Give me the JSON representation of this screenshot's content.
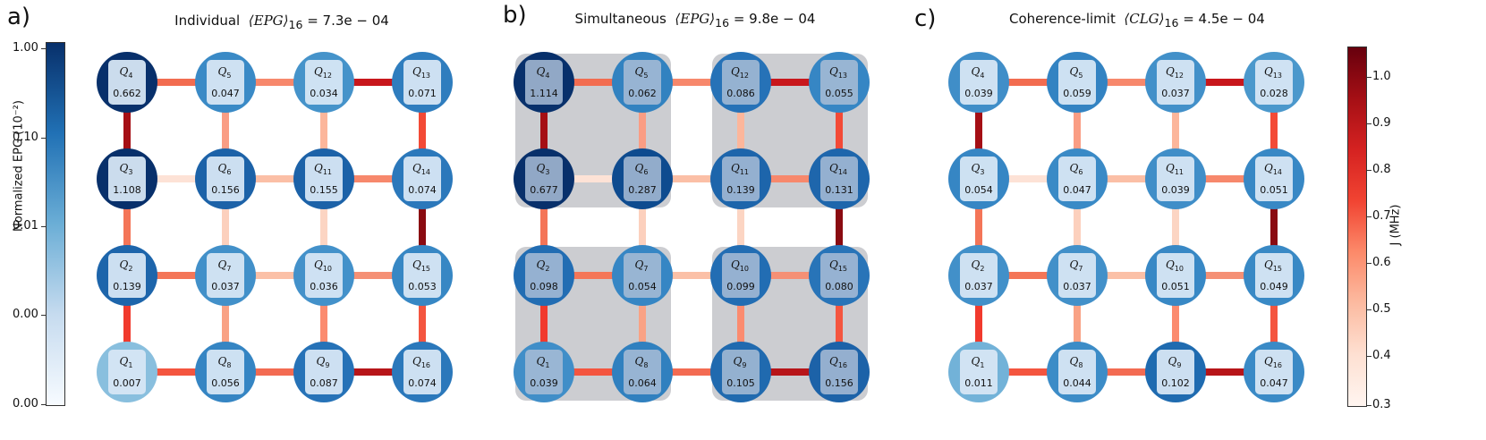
{
  "panels": [
    {
      "letter": "a)",
      "title_prefix": "Individual",
      "title_metric": "⟨EPG⟩",
      "title_sub": "16",
      "title_value": "= 7.3e − 04",
      "highlight_groups": false,
      "qubits": [
        {
          "label": "Q",
          "sub": "4",
          "value": "0.662",
          "ring": "#08306b"
        },
        {
          "label": "Q",
          "sub": "5",
          "value": "0.047",
          "ring": "#3a8ac6"
        },
        {
          "label": "Q",
          "sub": "12",
          "value": "0.034",
          "ring": "#4593ca"
        },
        {
          "label": "Q",
          "sub": "13",
          "value": "0.071",
          "ring": "#2f7dbe"
        },
        {
          "label": "Q",
          "sub": "3",
          "value": "1.108",
          "ring": "#08306b"
        },
        {
          "label": "Q",
          "sub": "6",
          "value": "0.156",
          "ring": "#1c62a8"
        },
        {
          "label": "Q",
          "sub": "11",
          "value": "0.155",
          "ring": "#1c62a8"
        },
        {
          "label": "Q",
          "sub": "14",
          "value": "0.074",
          "ring": "#2b78bb"
        },
        {
          "label": "Q",
          "sub": "2",
          "value": "0.139",
          "ring": "#1d65ab"
        },
        {
          "label": "Q",
          "sub": "7",
          "value": "0.037",
          "ring": "#4290c9"
        },
        {
          "label": "Q",
          "sub": "10",
          "value": "0.036",
          "ring": "#4391ca"
        },
        {
          "label": "Q",
          "sub": "15",
          "value": "0.053",
          "ring": "#3787c4"
        },
        {
          "label": "Q",
          "sub": "1",
          "value": "0.007",
          "ring": "#89bfde"
        },
        {
          "label": "Q",
          "sub": "8",
          "value": "0.056",
          "ring": "#3585c3"
        },
        {
          "label": "Q",
          "sub": "9",
          "value": "0.087",
          "ring": "#2672b7"
        },
        {
          "label": "Q",
          "sub": "16",
          "value": "0.074",
          "ring": "#2b78bb"
        }
      ]
    },
    {
      "letter": "b)",
      "title_prefix": "Simultaneous",
      "title_metric": "⟨EPG⟩",
      "title_sub": "16",
      "title_value": "= 9.8e − 04",
      "highlight_groups": true,
      "qubits": [
        {
          "label": "Q",
          "sub": "4",
          "value": "1.114",
          "ring": "#08306b"
        },
        {
          "label": "Q",
          "sub": "5",
          "value": "0.062",
          "ring": "#3282c0"
        },
        {
          "label": "Q",
          "sub": "12",
          "value": "0.086",
          "ring": "#2672b7"
        },
        {
          "label": "Q",
          "sub": "13",
          "value": "0.055",
          "ring": "#3686c4"
        },
        {
          "label": "Q",
          "sub": "3",
          "value": "0.677",
          "ring": "#08306b"
        },
        {
          "label": "Q",
          "sub": "6",
          "value": "0.287",
          "ring": "#0e4b8f"
        },
        {
          "label": "Q",
          "sub": "11",
          "value": "0.139",
          "ring": "#1d65ab"
        },
        {
          "label": "Q",
          "sub": "14",
          "value": "0.131",
          "ring": "#1e66ac"
        },
        {
          "label": "Q",
          "sub": "2",
          "value": "0.098",
          "ring": "#226db3"
        },
        {
          "label": "Q",
          "sub": "7",
          "value": "0.054",
          "ring": "#3686c4"
        },
        {
          "label": "Q",
          "sub": "10",
          "value": "0.099",
          "ring": "#226db3"
        },
        {
          "label": "Q",
          "sub": "15",
          "value": "0.080",
          "ring": "#2874b8"
        },
        {
          "label": "Q",
          "sub": "1",
          "value": "0.039",
          "ring": "#408ec8"
        },
        {
          "label": "Q",
          "sub": "8",
          "value": "0.064",
          "ring": "#3080bf"
        },
        {
          "label": "Q",
          "sub": "9",
          "value": "0.105",
          "ring": "#206aaf"
        },
        {
          "label": "Q",
          "sub": "16",
          "value": "0.156",
          "ring": "#1c62a8"
        }
      ]
    },
    {
      "letter": "c)",
      "title_prefix": "Coherence-limit",
      "title_metric": "⟨CLG⟩",
      "title_sub": "16",
      "title_value": "= 4.5e − 04",
      "highlight_groups": false,
      "qubits": [
        {
          "label": "Q",
          "sub": "4",
          "value": "0.039",
          "ring": "#408ec8"
        },
        {
          "label": "Q",
          "sub": "5",
          "value": "0.059",
          "ring": "#3383c2"
        },
        {
          "label": "Q",
          "sub": "12",
          "value": "0.037",
          "ring": "#4290c9"
        },
        {
          "label": "Q",
          "sub": "13",
          "value": "0.028",
          "ring": "#4b98cc"
        },
        {
          "label": "Q",
          "sub": "3",
          "value": "0.054",
          "ring": "#3686c4"
        },
        {
          "label": "Q",
          "sub": "6",
          "value": "0.047",
          "ring": "#3a8ac6"
        },
        {
          "label": "Q",
          "sub": "11",
          "value": "0.039",
          "ring": "#408ec8"
        },
        {
          "label": "Q",
          "sub": "14",
          "value": "0.051",
          "ring": "#3888c5"
        },
        {
          "label": "Q",
          "sub": "2",
          "value": "0.037",
          "ring": "#4290c9"
        },
        {
          "label": "Q",
          "sub": "7",
          "value": "0.037",
          "ring": "#4290c9"
        },
        {
          "label": "Q",
          "sub": "10",
          "value": "0.051",
          "ring": "#3888c5"
        },
        {
          "label": "Q",
          "sub": "15",
          "value": "0.049",
          "ring": "#3989c5"
        },
        {
          "label": "Q",
          "sub": "1",
          "value": "0.011",
          "ring": "#72b2d8"
        },
        {
          "label": "Q",
          "sub": "8",
          "value": "0.044",
          "ring": "#3c8cc7"
        },
        {
          "label": "Q",
          "sub": "9",
          "value": "0.102",
          "ring": "#1f6bb0"
        },
        {
          "label": "Q",
          "sub": "16",
          "value": "0.047",
          "ring": "#3a8ac6"
        }
      ]
    }
  ],
  "couplers": {
    "horizontal": [
      [
        "#f26c50",
        "#f7886c",
        "#c8171c"
      ],
      [
        "#fde2d6",
        "#fbbfa6",
        "#f7886c"
      ],
      [
        "#f47658",
        "#fbc0a7",
        "#f59075"
      ],
      [
        "#f4553f",
        "#f36b52",
        "#b71519"
      ]
    ],
    "vertical": [
      [
        "#a50f15",
        "#fa9d84",
        "#fcb69b",
        "#f34a36"
      ],
      [
        "#f47558",
        "#fcd0bd",
        "#fcd5c3",
        "#8a0b11"
      ],
      [
        "#f13a2d",
        "#f9a285",
        "#fb8b6f",
        "#f4553f"
      ]
    ]
  },
  "colorbar_left": {
    "label": "Normalized EPG (10⁻²)",
    "ticks": [
      "1.00",
      "0.10",
      "0.01",
      "0.00",
      "0.00"
    ],
    "gradient": [
      "#08306b",
      "#2171b5",
      "#6baed6",
      "#c6dbef",
      "#f7fbff"
    ]
  },
  "colorbar_right": {
    "label": "J (MHz)",
    "ticks": [
      "1.0",
      "0.9",
      "0.8",
      "0.7",
      "0.6",
      "0.5",
      "0.4",
      "0.3"
    ],
    "gradient": [
      "#67000d",
      "#a50f15",
      "#d52221",
      "#f14432",
      "#fc8a6a",
      "#fcbba1",
      "#fee0d2",
      "#fff5f0"
    ]
  }
}
